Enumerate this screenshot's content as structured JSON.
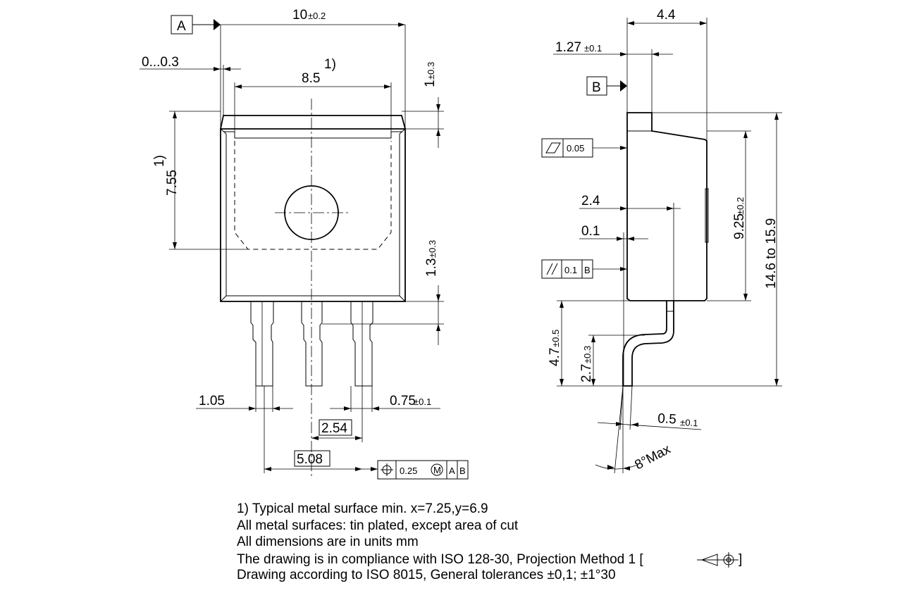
{
  "datums": {
    "a": "A",
    "b": "B"
  },
  "dims": {
    "width_main": "10",
    "width_main_tol": "±0.2",
    "offset": "0...0.3",
    "footnote_marker": "1)",
    "inner_width": "8.5",
    "tab_h": "1",
    "tab_h_tol": "±0.3",
    "height": "7.55",
    "lead_gap": "1.3",
    "lead_gap_tol": "±0.3",
    "lead_w": "1.05",
    "lead_thk": "0.75",
    "lead_thk_tol": "±0.1",
    "pitch": "2.54",
    "span": "5.08",
    "depth": "4.4",
    "tab_t": "1.27",
    "tab_t_tol": "±0.1",
    "body_h": "9.25",
    "body_h_tol": "±0.2",
    "total_h": "14.6 to 15.9",
    "d24": "2.4",
    "d01": "0.1",
    "lead_len": "4.7",
    "lead_len_tol": "±0.5",
    "foot_len": "2.7",
    "foot_len_tol": "±0.3",
    "foot_t": "0.5",
    "foot_t_tol": "±0.1",
    "angle": "8°Max"
  },
  "tolerance_frames": {
    "flatness_val": "0.05",
    "parallel_val": "0.1",
    "parallel_ref": "B",
    "position_val": "0.25",
    "position_mod": "M",
    "position_ref1": "A",
    "position_ref2": "B"
  },
  "notes": [
    "1) Typical metal surface min. x=7.25,y=6.9",
    "All metal surfaces: tin plated, except area of cut",
    "All dimensions are in units mm",
    "The drawing is in compliance with ISO 128-30, Projection Method 1 [",
    "Drawing according to ISO 8015, General tolerances ±0,1; ±1°30"
  ],
  "note_suffix": "]",
  "icons": [
    "projection-method-icon",
    "position-symbol-icon",
    "flatness-symbol-icon",
    "parallelism-symbol-icon"
  ]
}
